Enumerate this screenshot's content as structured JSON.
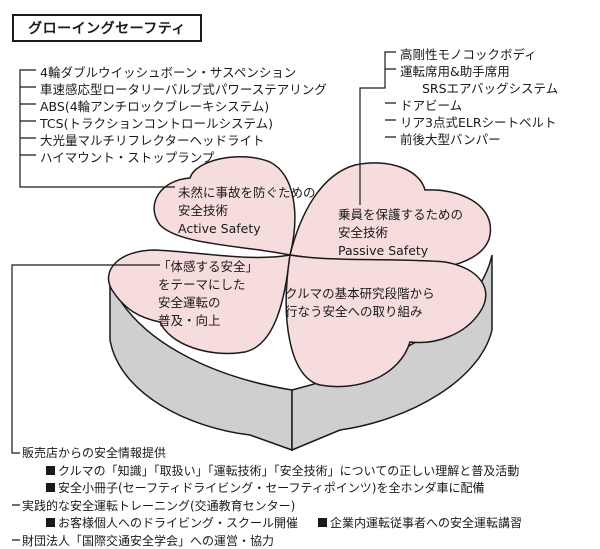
{
  "title": "グローイングセーフティ",
  "colors": {
    "leaf_top": "#f6dcdc",
    "leaf_side": "#cfcfcf",
    "line": "#1a1a1a"
  },
  "left_list": [
    "4輪ダブルウイッシュボーン・サスペンション",
    "車速感応型ロータリーバルブ式パワーステアリング",
    "ABS(4輪アンチロックブレーキシステム)",
    "TCS(トラクションコントロールシステム)",
    "大光量マルチリフレクターヘッドライト",
    "ハイマウント・ストップランプ"
  ],
  "right_list": [
    "高剛性モノコックボディ",
    "運転席用&助手席用",
    "SRSエアバッグシステム",
    "ドアビーム",
    "リア3点式ELRシートベルト",
    "前後大型バンパー"
  ],
  "leaves": {
    "top_left": [
      "未然に事故を防ぐための",
      "安全技術",
      "Active Safety"
    ],
    "top_right": [
      "乗員を保護するための",
      "安全技術",
      "Passive Safety"
    ],
    "bottom_left": [
      "「体感する安全」",
      "をテーマにした",
      "安全運転の",
      "普及・向上"
    ],
    "bottom_right": [
      "クルマの基本研究段階から",
      "行なう安全への取り組み"
    ]
  },
  "bottom": {
    "line1": "販売店からの安全情報提供",
    "line2": "クルマの「知識」「取扱い」「運転技術」「安全技術」についての正しい理解と普及活動",
    "line3": "安全小冊子(セーフティドライビング・セーフティポインツ)を全ホンダ車に配備",
    "line4": "実践的な安全運転トレーニング(交通教育センター)",
    "line5a": "お客様個人へのドライビング・スクール開催",
    "line5b": "企業内運転従事者への安全運転講習",
    "line6": "財団法人「国際交通安全学会」への運営・協力"
  }
}
